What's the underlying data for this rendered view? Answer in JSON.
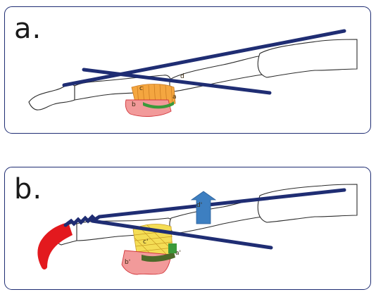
{
  "panels": [
    {
      "label": "a.",
      "annotations": {
        "c": "c",
        "d": "d",
        "b": "b",
        "a": "a"
      }
    },
    {
      "label": "b.",
      "annotations": {
        "c": "c'",
        "d": "d'",
        "b": "b'",
        "a": "a'"
      }
    }
  ],
  "colors": {
    "frame": "#1f2d73",
    "tendon": "#1f2d73",
    "bone_outline": "#2b2b2b",
    "fat_pad": "#f4a640",
    "fat_pad_b": "#f4dd55",
    "green_layer": "#3b9a3b",
    "red_tissue": "#e0434a",
    "claw": "#e3191e",
    "arrow": "#3d7fc1"
  }
}
